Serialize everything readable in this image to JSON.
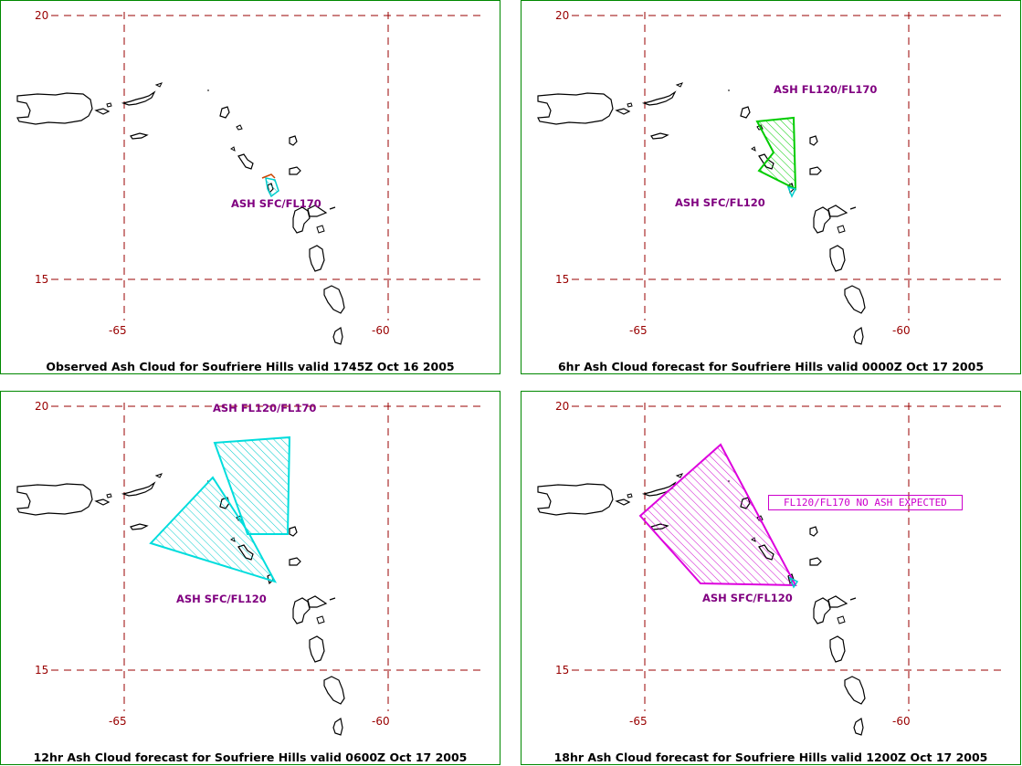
{
  "axes": {
    "lat_ticks": [
      "20",
      "15"
    ],
    "lon_ticks": [
      "-65",
      "-60"
    ]
  },
  "colors": {
    "grid": "#990000",
    "coast": "#000000",
    "label": "#800080",
    "observed_outline": "#00cccc",
    "fc6_outline": "#00cc00",
    "fc12_outline": "#00dddd",
    "fc18_outline": "#dd00dd",
    "frame": "#008800"
  },
  "panels": [
    {
      "caption": "Observed Ash Cloud for Soufriere  Hills valid 1745Z Oct 16 2005",
      "labels": [
        "ASH SFC/FL170"
      ]
    },
    {
      "caption": "6hr Ash Cloud forecast for Soufriere  Hills valid 0000Z Oct 17 2005",
      "labels": [
        "ASH FL120/FL170",
        "ASH SFC/FL120"
      ]
    },
    {
      "caption": "12hr Ash Cloud forecast for Soufriere  Hills valid 0600Z Oct 17 2005",
      "labels": [
        "ASH FL120/FL170",
        "ASH SFC/FL120"
      ]
    },
    {
      "caption": "18hr Ash Cloud forecast for Soufriere  Hills valid 1200Z Oct 17 2005",
      "labels": [
        "ASH SFC/FL120"
      ],
      "boxed_label": "FL120/FL170 NO ASH EXPECTED"
    }
  ]
}
